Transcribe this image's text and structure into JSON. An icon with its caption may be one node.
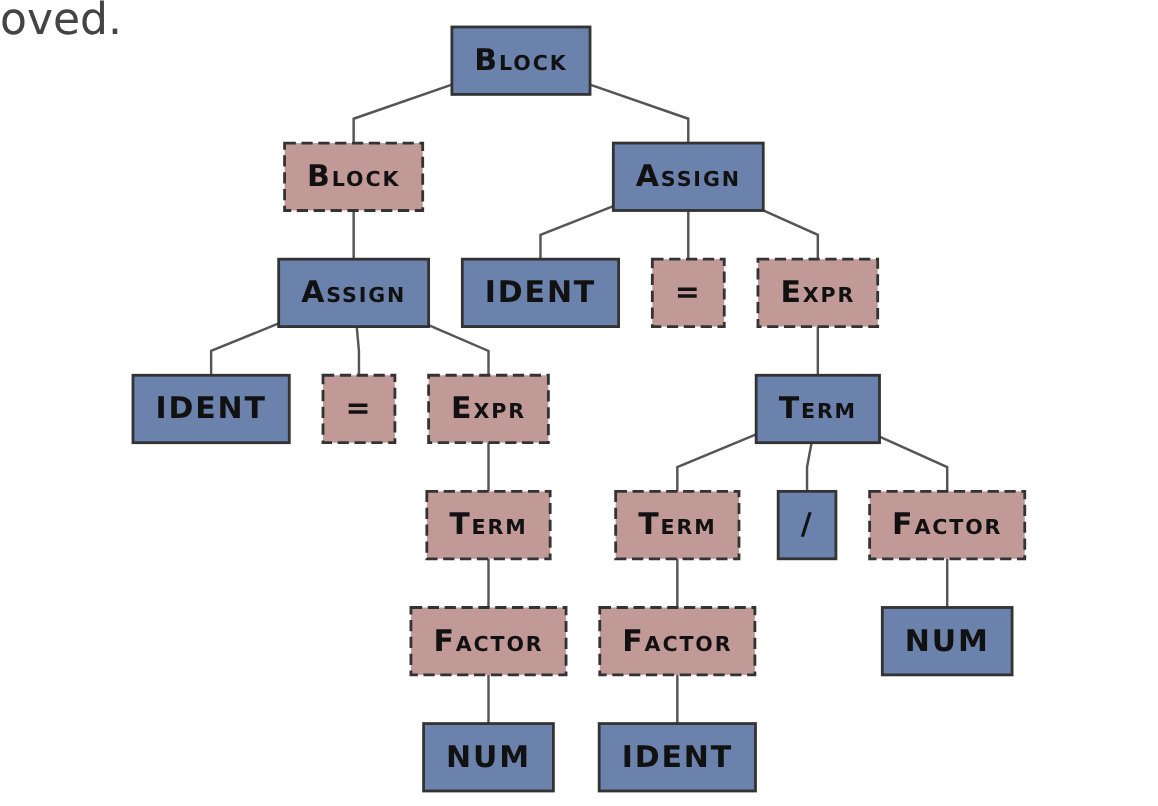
{
  "diagram": {
    "nodes": [
      {
        "text": [
          "Block"
        ]
      },
      {
        "text": [
          "Block"
        ]
      },
      {
        "text": [
          "Assign"
        ]
      },
      {
        "text": [
          "Assign"
        ]
      },
      {
        "text": [
          "IDENT"
        ]
      },
      {
        "text": [
          "="
        ]
      },
      {
        "text": [
          "Expr"
        ]
      },
      {
        "text": [
          "IDENT"
        ]
      },
      {
        "text": [
          "="
        ]
      },
      {
        "text": [
          "Expr"
        ]
      },
      {
        "text": [
          "Term"
        ]
      },
      {
        "text": [
          "Term"
        ]
      },
      {
        "text": [
          "Term"
        ]
      },
      {
        "text": [
          "/"
        ]
      },
      {
        "text": [
          "Factor"
        ]
      },
      {
        "text": [
          "Factor"
        ]
      },
      {
        "text": [
          "Factor"
        ]
      },
      {
        "text": [
          "NUM"
        ]
      },
      {
        "text": [
          "NUM"
        ]
      },
      {
        "text": [
          "IDENT"
        ]
      }
    ],
    "edges": [
      {
        "from": 0,
        "to": 1,
        "arrow": "none"
      },
      {
        "from": 0,
        "to": 2,
        "arrow": "none"
      },
      {
        "from": 1,
        "to": 3,
        "arrow": "none"
      },
      {
        "from": 2,
        "to": 4,
        "arrow": "none"
      },
      {
        "from": 2,
        "to": 5,
        "arrow": "none"
      },
      {
        "from": 2,
        "to": 6,
        "arrow": "none"
      },
      {
        "from": 3,
        "to": 7,
        "arrow": "none"
      },
      {
        "from": 3,
        "to": 8,
        "arrow": "none"
      },
      {
        "from": 3,
        "to": 9,
        "arrow": "none"
      },
      {
        "from": 6,
        "to": 10,
        "arrow": "none"
      },
      {
        "from": 9,
        "to": 11,
        "arrow": "none"
      },
      {
        "from": 10,
        "to": 12,
        "arrow": "none"
      },
      {
        "from": 10,
        "to": 13,
        "arrow": "none"
      },
      {
        "from": 10,
        "to": 14,
        "arrow": "none"
      },
      {
        "from": 11,
        "to": 15,
        "arrow": "none"
      },
      {
        "from": 12,
        "to": 16,
        "arrow": "none"
      },
      {
        "from": 14,
        "to": 17,
        "arrow": "none"
      },
      {
        "from": 15,
        "to": 18,
        "arrow": "none"
      },
      {
        "from": 16,
        "to": 19,
        "arrow": "none"
      }
    ],
    "labels": [
      "oved."
    ]
  }
}
